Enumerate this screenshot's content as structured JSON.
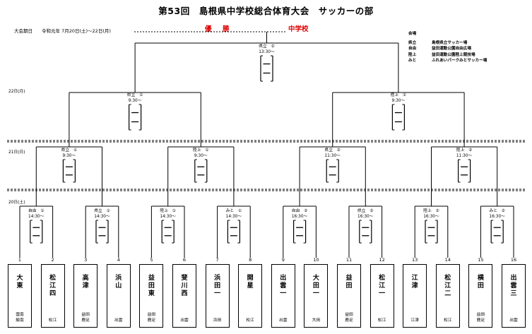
{
  "title": "第53回　島根県中学校総合体育大会　サッカーの部",
  "dates": "大会期日　　令和元年 7月20日(土)～22日(月)",
  "winner_label": "優　勝",
  "winner": "中学校",
  "venues": {
    "header": "会場",
    "list": [
      {
        "abbr": "県立",
        "name": "島根県立サッカー場"
      },
      {
        "abbr": "自由",
        "name": "益田運動公園自由広場"
      },
      {
        "abbr": "陸上",
        "name": "益田運動公園陸上競技場"
      },
      {
        "abbr": "みと",
        "name": "ふれあいパークみとサッカー場"
      }
    ]
  },
  "days": [
    "22日(月)",
    "21日(日)",
    "20日(土)"
  ],
  "final": {
    "venue": "県立　②",
    "time": "13:30～"
  },
  "semis": [
    {
      "venue": "県立　①",
      "time": "9:30～"
    },
    {
      "venue": "陸上　①",
      "time": "9:30～"
    }
  ],
  "quarters": [
    {
      "venue": "県立　①",
      "time": "9:30～"
    },
    {
      "venue": "陸上　①",
      "time": "9:30～"
    },
    {
      "venue": "県立　②",
      "time": "11:30～"
    },
    {
      "venue": "陸上　②",
      "time": "11:30～"
    }
  ],
  "round1": [
    {
      "venue": "自由　①",
      "time": "14:30～"
    },
    {
      "venue": "県立　①",
      "time": "14:30～"
    },
    {
      "venue": "陸上　①",
      "time": "14:30～"
    },
    {
      "venue": "みと　①",
      "time": "14:30～"
    },
    {
      "venue": "自由　②",
      "time": "16:30～"
    },
    {
      "venue": "県立　②",
      "time": "16:30～"
    },
    {
      "venue": "陸上　②",
      "time": "16:30～"
    },
    {
      "venue": "みと　②",
      "time": "16:30～"
    }
  ],
  "teams": [
    {
      "no": "1",
      "name": "大\n東",
      "location": "雲南\n飯南"
    },
    {
      "no": "2",
      "name": "松\n江\n四",
      "location": "松江"
    },
    {
      "no": "3",
      "name": "高\n津",
      "location": "益田\n鹿足"
    },
    {
      "no": "4",
      "name": "浜\n山",
      "location": "出雲"
    },
    {
      "no": "5",
      "name": "益\n田\n東",
      "location": "益田\n鹿足"
    },
    {
      "no": "6",
      "name": "斐\n川\n西",
      "location": "出雲"
    },
    {
      "no": "7",
      "name": "浜\n田\n一",
      "location": "浜田"
    },
    {
      "no": "8",
      "name": "開\n星",
      "location": "松江"
    },
    {
      "no": "9",
      "name": "出\n雲\n一",
      "location": "出雲"
    },
    {
      "no": "10",
      "name": "大\n田\n一",
      "location": "大田"
    },
    {
      "no": "11",
      "name": "益\n田",
      "location": "益田\n鹿足"
    },
    {
      "no": "12",
      "name": "松\n江\n一",
      "location": "松江"
    },
    {
      "no": "13",
      "name": "江\n津",
      "location": "江津"
    },
    {
      "no": "14",
      "name": "松\n江\n二",
      "location": "松江"
    },
    {
      "no": "15",
      "name": "横\n田",
      "location": "益田\n鹿足"
    },
    {
      "no": "16",
      "name": "出\n雲\n三",
      "location": "出雲"
    }
  ]
}
